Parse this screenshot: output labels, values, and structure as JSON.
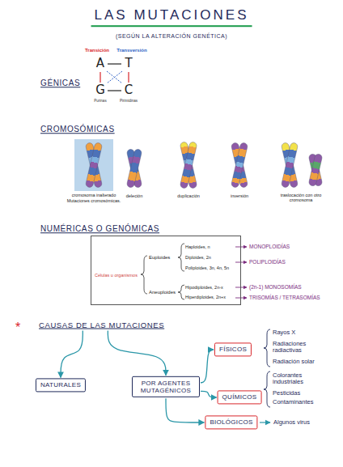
{
  "diagram": {
    "title": "LAS MUTACIONES",
    "nodes": [
      {
        "text": [
          "Células u organismos"
        ]
      },
      {
        "text": [
          "CAUSAS DE LAS MUTACIONES"
        ]
      },
      {
        "text": [
          "NATURALES"
        ]
      },
      {
        "text": [
          "POR AGENTES MUTAGÉNICOS"
        ]
      },
      {
        "text": [
          "FÍSICOS"
        ]
      },
      {
        "text": [
          "QUÍMICOS"
        ]
      },
      {
        "text": [
          "BIOLÓGICOS"
        ]
      }
    ],
    "edges": [
      {
        "from": 1,
        "to": 2,
        "arrow": "to"
      },
      {
        "from": 1,
        "to": 3,
        "arrow": "to"
      },
      {
        "from": 3,
        "to": 4,
        "arrow": "to"
      },
      {
        "from": 3,
        "to": 5,
        "arrow": "to"
      },
      {
        "from": 3,
        "to": 6,
        "arrow": "to"
      }
    ],
    "labels": [
      "(SEGÚN LA ALTERACIÓN GENÉTICA)",
      "Transición",
      "Transversión",
      "A",
      "T",
      "G",
      "C",
      "Purinas",
      "Pirimidinas",
      "GÉNICAS",
      "CROMOSÓMICAS",
      "cromosoma inalterado",
      "Mutaciones cromosómicas.",
      "deleción",
      "duplicación",
      "inversión",
      "traslocación con otro cromosoma",
      "NUMÉRICAS O GENÓMICAS",
      "Euploides",
      "Haploides, n",
      "Diploides, 2n",
      "Poliploides, 3n, 4n, 5n",
      "Aneuploides",
      "Hipodiploides, 2n-x",
      "Hiperdiploides, 2n+x",
      "MONOPLOIDÍAS",
      "POLIPLOIDÍAS",
      "(2n-1) MONOSOMÍAS",
      "TRISOMÍAS / TETRASOMÍAS",
      "*",
      "Rayos X",
      "Radiaciones radiactivas",
      "Radiación solar",
      "Colorantes industriales",
      "Pesticidas",
      "Contaminantes",
      "Algunos virus"
    ]
  }
}
